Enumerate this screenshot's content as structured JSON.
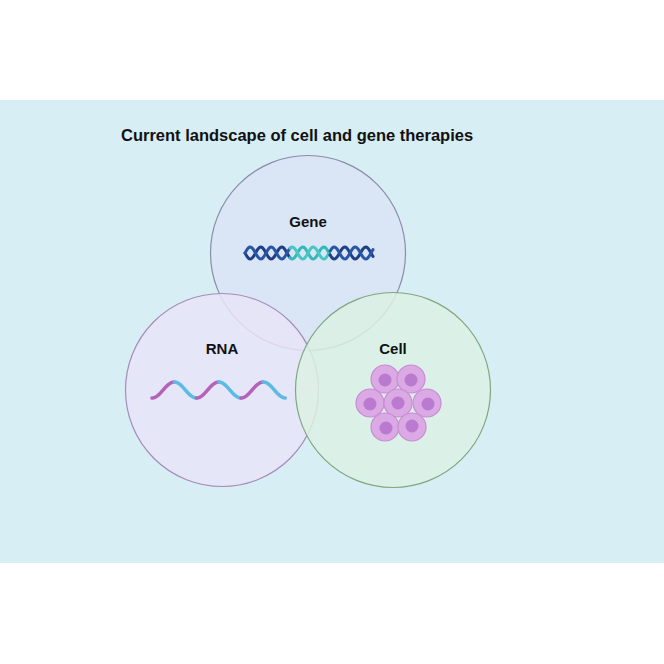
{
  "diagram": {
    "title": "Current landscape of cell and gene therapies",
    "nodes": [
      {
        "text": [
          "Gene"
        ]
      },
      {
        "text": [
          "RNA"
        ]
      },
      {
        "text": [
          "Cell"
        ]
      }
    ]
  }
}
